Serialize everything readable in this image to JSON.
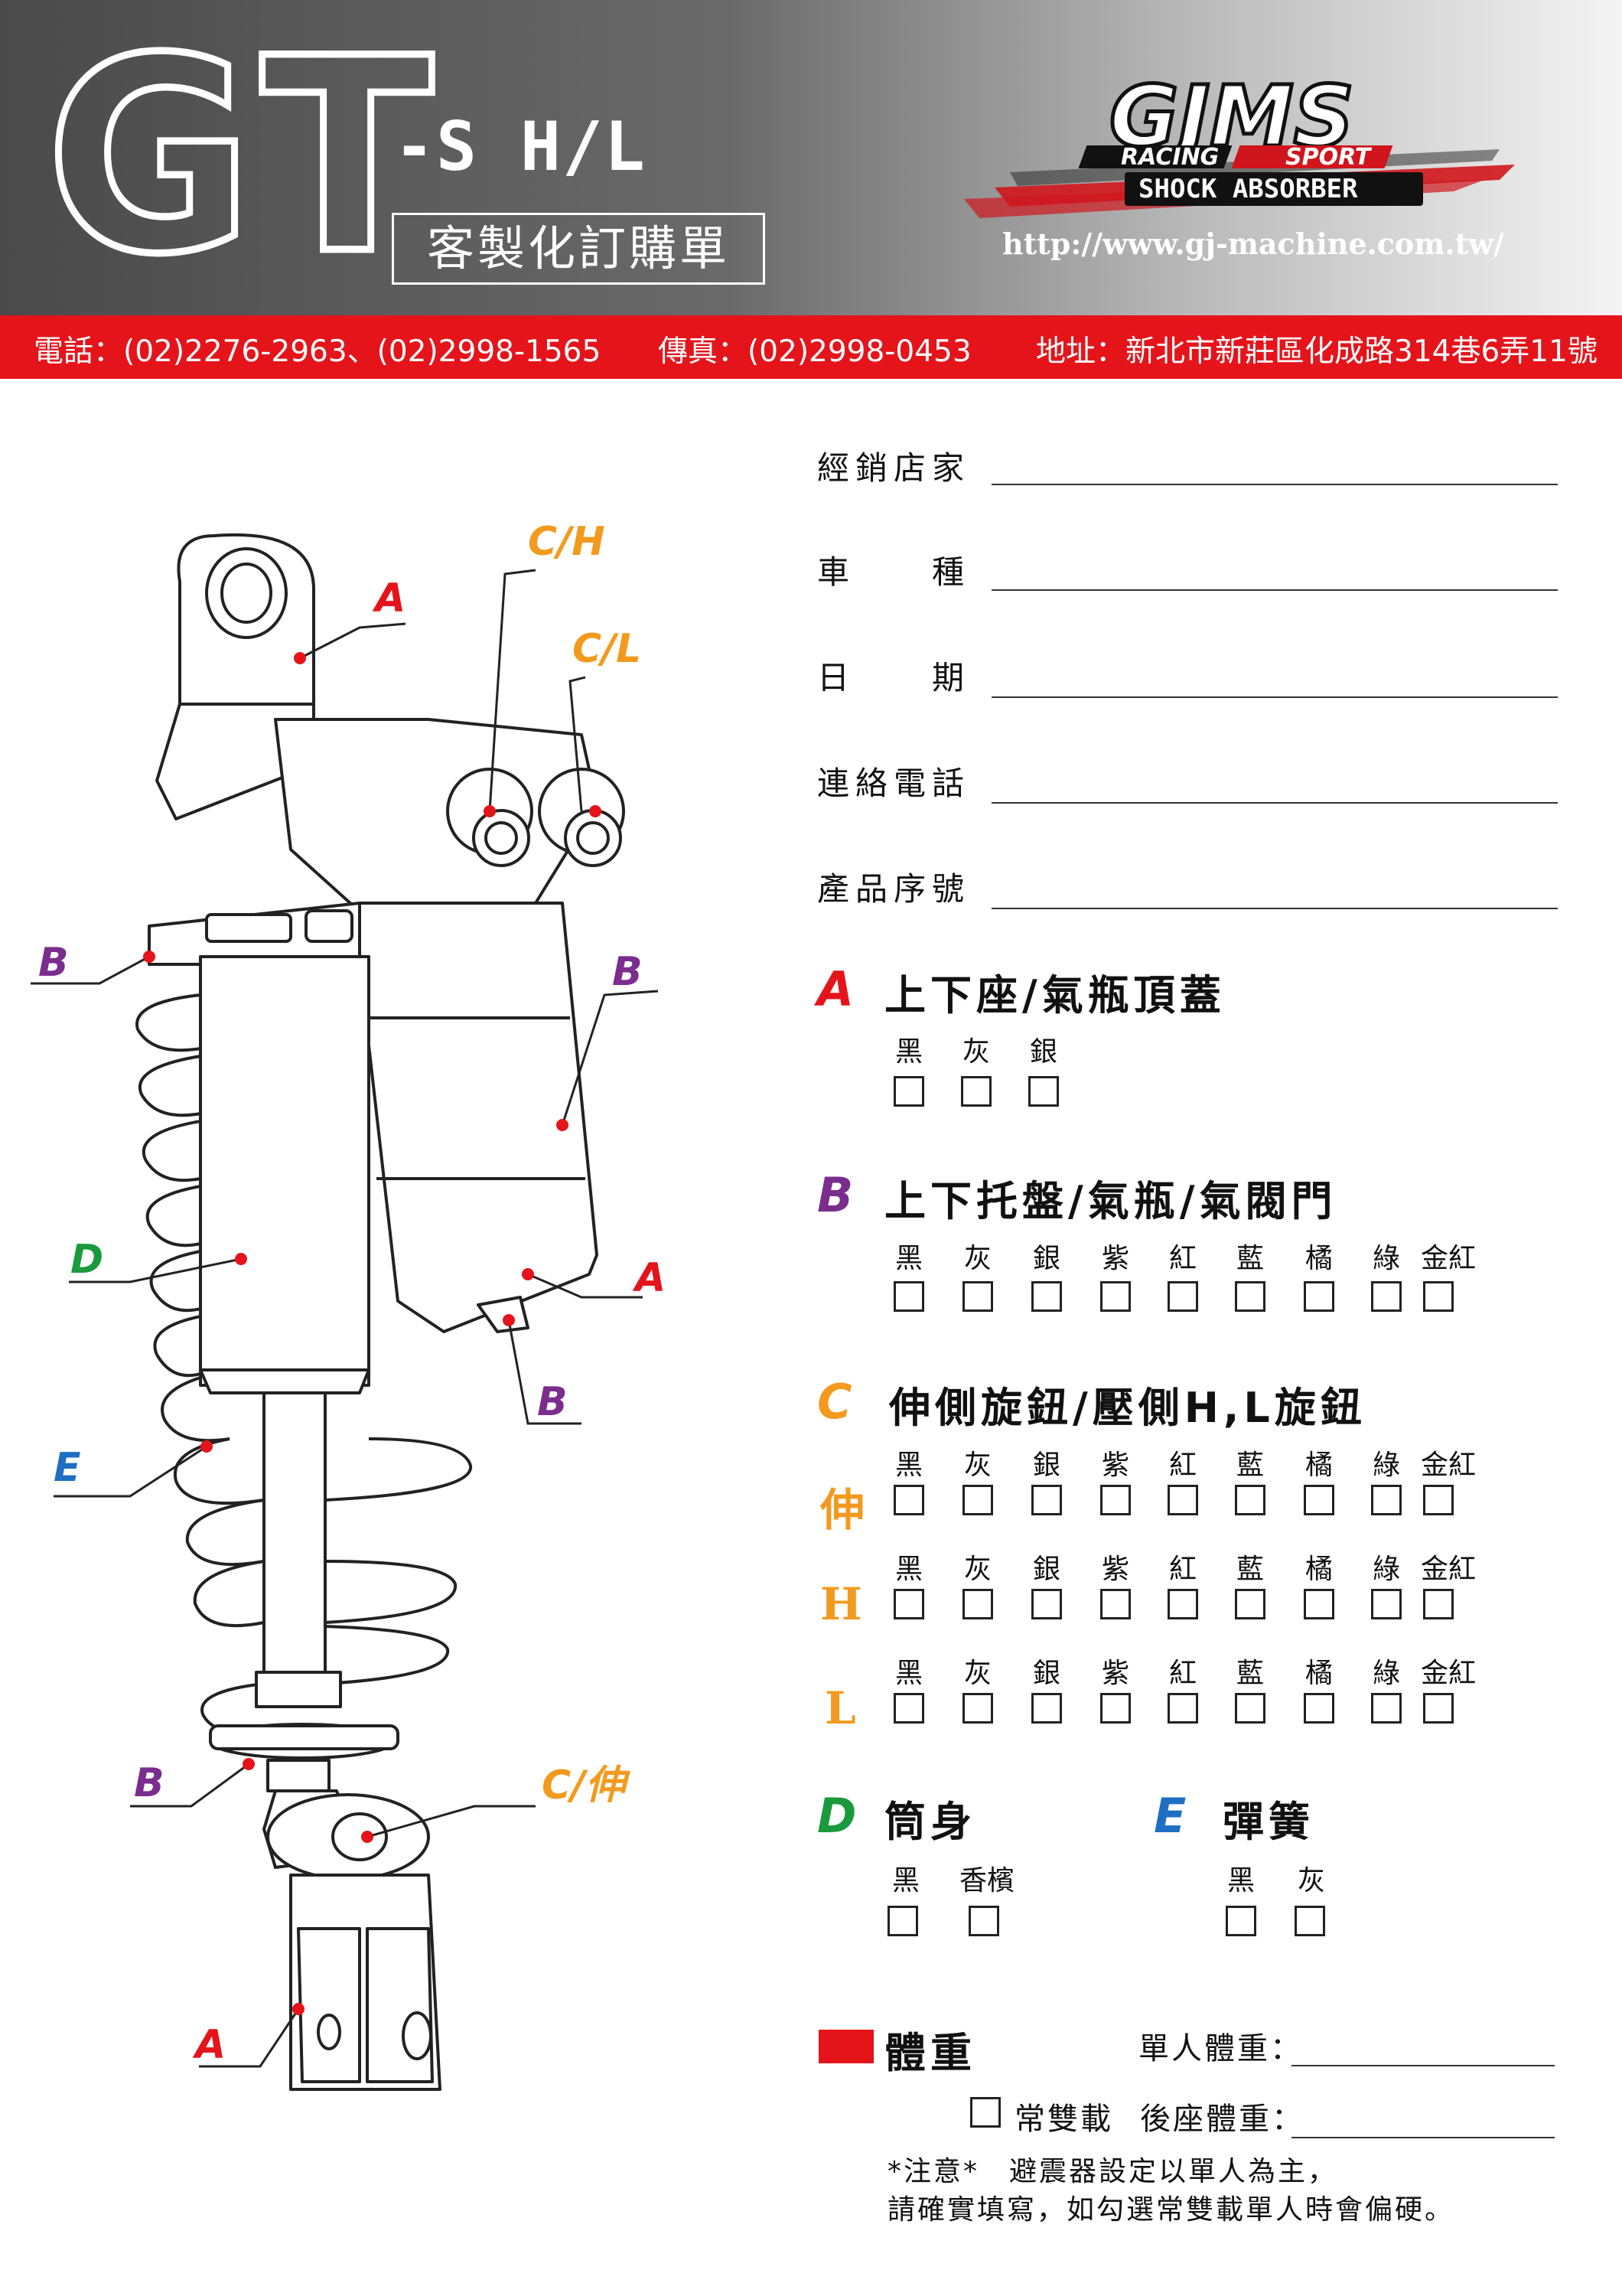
{
  "header": {
    "gt": "GT",
    "model": "-S H/L",
    "order_form": "客製化訂購單",
    "logo_text": "GJMS",
    "logo_sub1": "RACING",
    "logo_sub2": "SPORT",
    "logo_sub3": "SHOCK ABSORBER",
    "url": "http://www.gj-machine.com.tw/"
  },
  "contact": {
    "phone": "電話：(02)2276-2963、(02)2998-1565",
    "fax": "傳真：(02)2998-0453",
    "address": "地址：新北市新莊區化成路314巷6弄11號"
  },
  "diagram_labels": {
    "ch": "C/H",
    "cl": "C/L",
    "cext": "C/伸",
    "a": "A",
    "b": "B",
    "d": "D",
    "e": "E"
  },
  "fields": [
    {
      "label": "經銷店家"
    },
    {
      "label": "車　　種"
    },
    {
      "label": "日　　期"
    },
    {
      "label": "連絡電話"
    },
    {
      "label": "產品序號"
    }
  ],
  "section_a": {
    "letter": "A",
    "title": "上下座/氣瓶頂蓋",
    "options": [
      "黑",
      "灰",
      "銀"
    ]
  },
  "section_b": {
    "letter": "B",
    "title": "上下托盤/氣瓶/氣閥門",
    "options": [
      "黑",
      "灰",
      "銀",
      "紫",
      "紅",
      "藍",
      "橘",
      "綠",
      "金紅"
    ]
  },
  "section_c": {
    "letter": "C",
    "title": "伸側旋鈕/壓側H,L旋鈕",
    "options": [
      "黑",
      "灰",
      "銀",
      "紫",
      "紅",
      "藍",
      "橘",
      "綠",
      "金紅"
    ],
    "rows": [
      "伸",
      "H",
      "L"
    ]
  },
  "section_d": {
    "letter": "D",
    "title": "筒身",
    "options": [
      "黑",
      "香檳"
    ]
  },
  "section_e": {
    "letter": "E",
    "title": "彈簧",
    "options": [
      "黑",
      "灰"
    ]
  },
  "weight": {
    "title": "體重",
    "single": "單人體重：",
    "double_check": "常雙載",
    "rear": "後座體重：",
    "note1": "*注意*　避震器設定以單人為主，",
    "note2": "請確實填寫，如勾選常雙載單人時會偏硬。"
  },
  "colors": {
    "red": "#e5141b",
    "A": "#e5141b",
    "B": "#7b2d8e",
    "C": "#f39a1e",
    "D": "#1a9a3c",
    "E": "#1e6fc4"
  }
}
